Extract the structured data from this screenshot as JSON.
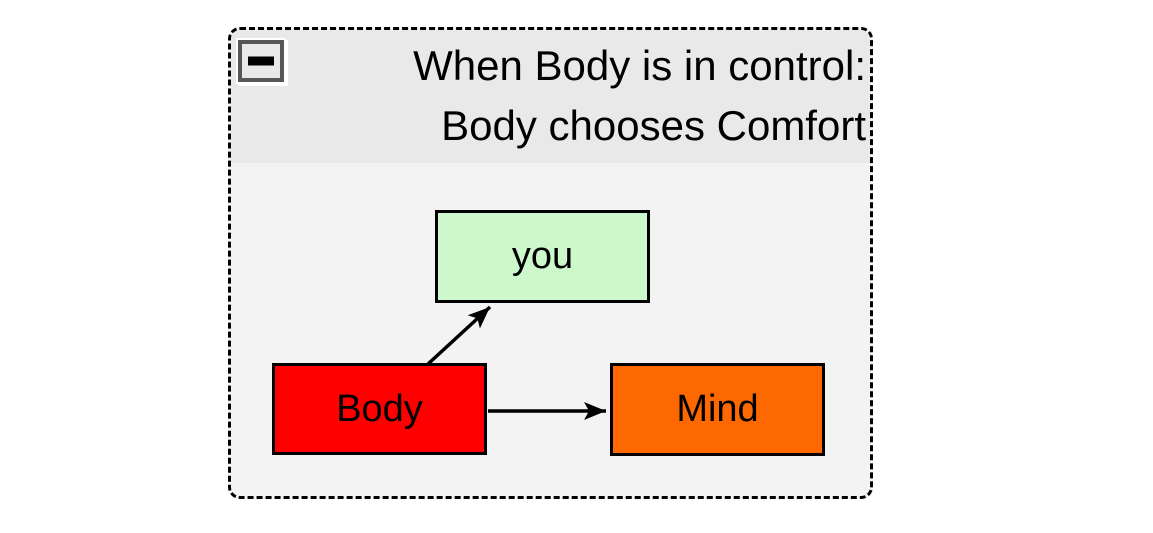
{
  "cluster": {
    "title_line1": "When Body is in control:",
    "title_line2": "Body chooses Comfort",
    "background": "#f3f3f3",
    "title_background": "#e9e9e9",
    "border_color": "#000000"
  },
  "collapse_button": {
    "icon": "minus"
  },
  "nodes": [
    {
      "id": "you",
      "label": "you",
      "fill": "#ccf8cc"
    },
    {
      "id": "Body",
      "label": "Body",
      "fill": "#ff0000"
    },
    {
      "id": "Mind",
      "label": "Mind",
      "fill": "#fd6800"
    }
  ],
  "edges": [
    {
      "from": "Body",
      "to": "you"
    },
    {
      "from": "Body",
      "to": "Mind"
    }
  ],
  "edge_color": "#000000"
}
